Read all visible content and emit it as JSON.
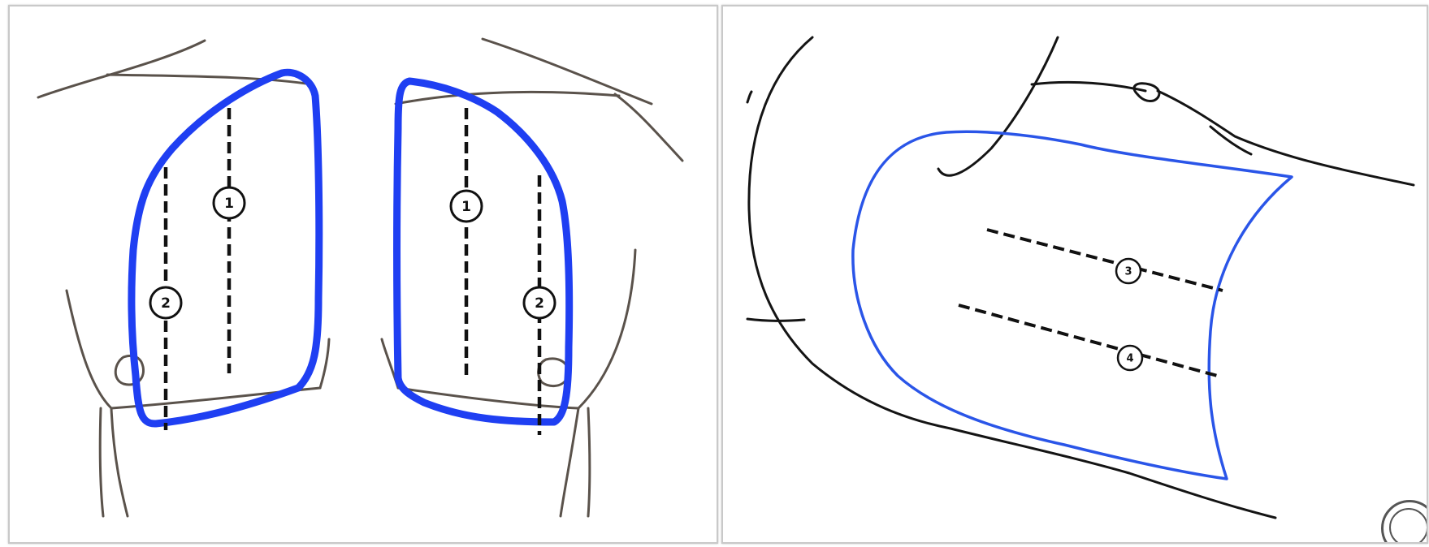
{
  "colors": {
    "zone_blue": "#1f3ff2",
    "zone_blue_light": "#2a55e8",
    "body_outline": "#5a524b",
    "scan_line": "#111111"
  },
  "posterior_view": {
    "markers": [
      {
        "label": "1",
        "side": "right-back"
      },
      {
        "label": "2",
        "side": "right-back"
      },
      {
        "label": "1",
        "side": "left-back"
      },
      {
        "label": "2",
        "side": "left-back"
      }
    ]
  },
  "lateral_view": {
    "markers": [
      {
        "label": "3"
      },
      {
        "label": "4"
      }
    ]
  },
  "icons": {
    "corner_badge": "circle-badge-icon"
  }
}
